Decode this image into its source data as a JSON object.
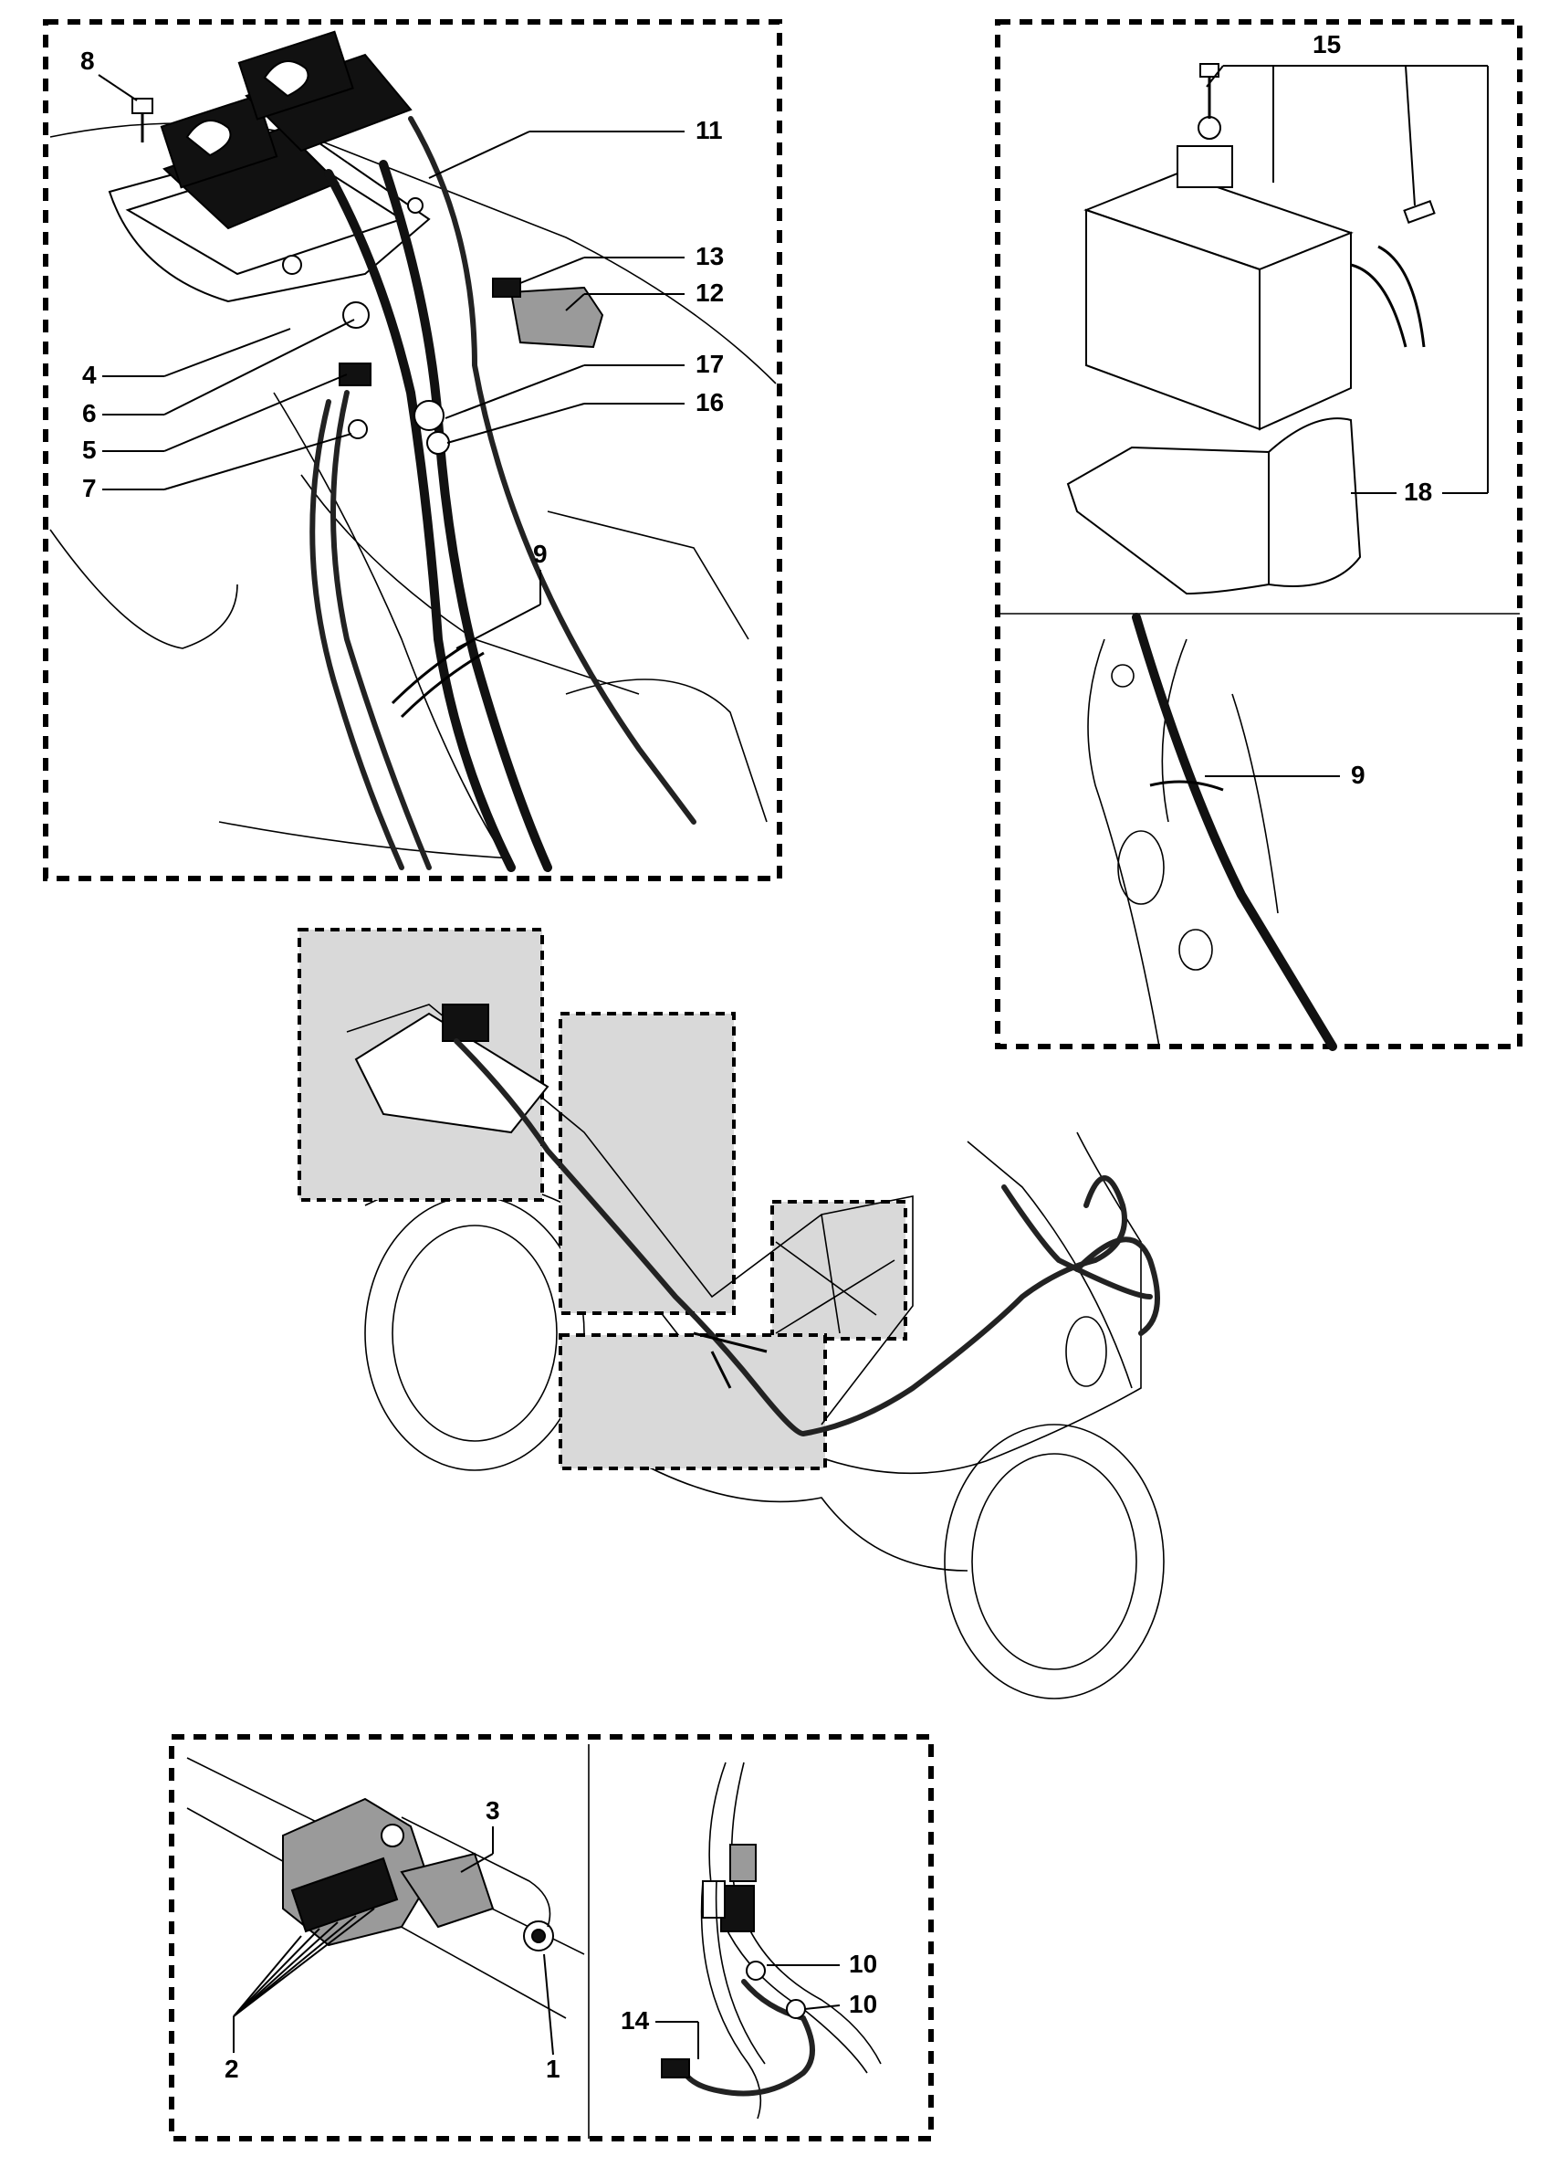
{
  "callouts": {
    "c1": "1",
    "c2": "2",
    "c3": "3",
    "c4": "4",
    "c5": "5",
    "c6": "6",
    "c7": "7",
    "c8": "8",
    "c9a": "9",
    "c9b": "9",
    "c10a": "10",
    "c10b": "10",
    "c11": "11",
    "c12": "12",
    "c13": "13",
    "c14": "14",
    "c15": "15",
    "c16": "16",
    "c17": "17",
    "c18": "18"
  },
  "colors": {
    "line": "#000000",
    "inset_fill": "#d9d9d9",
    "background": "#ffffff"
  }
}
